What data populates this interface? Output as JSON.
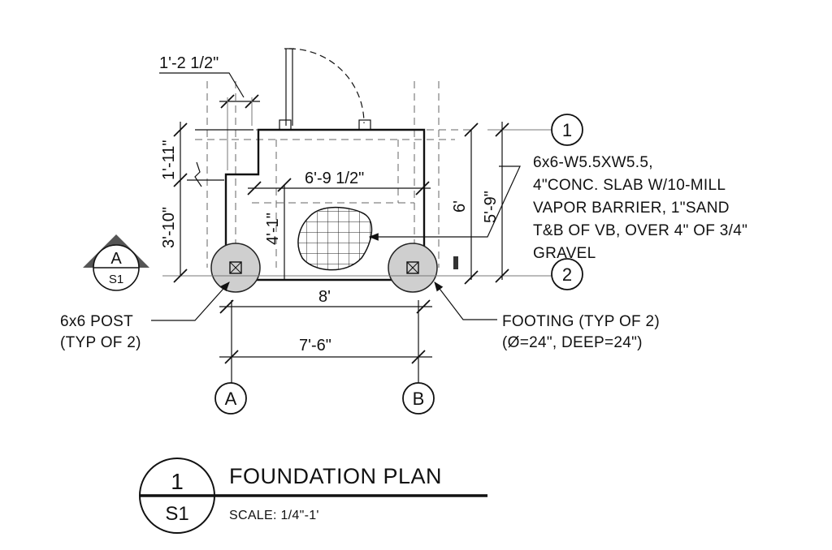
{
  "plan": {
    "dimensions": {
      "top_offset": "1'-2 1/2\"",
      "left_upper": "1'-11\"",
      "left_lower": "3'-10\"",
      "slab_inner_width": "6'-9 1/2\"",
      "slab_inner_depth": "4'-1\"",
      "right_inner": "6'",
      "right_outer": "5'-9\"",
      "bottom_slab": "8'",
      "bottom_grid": "7'-6\""
    },
    "grid_bubbles": {
      "row_1": "1",
      "row_2": "2",
      "col_a": "A",
      "col_b": "B"
    },
    "section_marker": {
      "letter": "A",
      "sheet": "S1"
    },
    "notes": {
      "slab": [
        "6x6-W5.5XW5.5,",
        "4\"CONC. SLAB W/10-MILL",
        "VAPOR BARRIER, 1\"SAND",
        "T&B OF VB, OVER 4\" OF 3/4\"",
        "GRAVEL"
      ],
      "post": [
        "6x6 POST",
        "(TYP OF 2)"
      ],
      "footing": [
        "FOOTING (TYP OF 2)",
        "(Ø=24\", DEEP=24\")"
      ]
    }
  },
  "title_block": {
    "number": "1",
    "sheet": "S1",
    "title": "FOUNDATION PLAN",
    "scale": "SCALE: 1/4\"-1'"
  }
}
